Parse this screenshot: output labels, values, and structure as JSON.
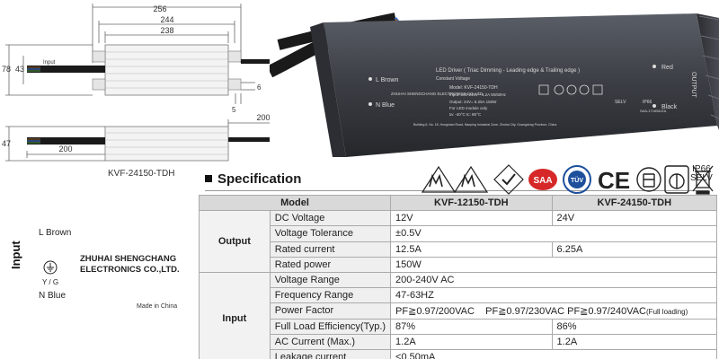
{
  "drawing": {
    "dims": {
      "length_256": "256",
      "length_244": "244",
      "length_238": "238",
      "height_78": "78",
      "height_43": "43",
      "hole_6": "6",
      "offset_5": "5",
      "lead_200_top": "200",
      "height_47": "47",
      "lead_200_bottom": "200"
    },
    "input_label": "Input",
    "model_caption": "KVF-24150-TDH"
  },
  "photo": {
    "brown_label": "L Brown",
    "blue_label": "N Blue",
    "header_text": "LED Driver ( Triac Dimming - Leading edge & Trailing edge )",
    "subheader": "Constant Voltage",
    "model_line": "Model: KVF-24150-TDH",
    "input_line": "Input: 200-240V~ 1.2A 50/60Hz",
    "output_line": "Output: 24V= 6.25A 150W",
    "led_only": "For LED module only",
    "ta_line": "ta: -40°C  tc: 85°C",
    "company_line": "ZHUHAI SHENGCHANG ELECTRONICS CO.,LTD.",
    "address_line": "Building 6, No. 18, Hongshan Road, Nanping Industrial Zone, Zhuhai City, Guangdong Province, China",
    "red_label": "Red",
    "black_label": "Black",
    "output_label": "OUTPUT",
    "selv": "SELV",
    "ip": "IP66",
    "code": "SAA-171658-EA"
  },
  "spec_header": "Specification",
  "certs": {
    "ip_text": "IP66",
    "selv_text": "SELV",
    "saa_text": "SAA",
    "tuv_text": "TÜV",
    "ce_text": "CE"
  },
  "wiring": {
    "l_label": "L Brown",
    "yg_label": "Y / G",
    "n_label": "N Blue",
    "input_vertical": "Input",
    "company_line1": "ZHUHAI SHENGCHANG",
    "company_line2": "ELECTRONICS CO.,LTD.",
    "made_in": "Made in China"
  },
  "table": {
    "header": {
      "model": "Model",
      "col1": "KVF-12150-TDH",
      "col2": "KVF-24150-TDH"
    },
    "output_group": "Output",
    "input_group": "Input",
    "rows": {
      "dc_voltage": {
        "label": "DC Voltage",
        "v1": "12V",
        "v2": "24V"
      },
      "voltage_tolerance": {
        "label": "Voltage Tolerance",
        "v": "±0.5V"
      },
      "rated_current": {
        "label": "Rated current",
        "v1": "12.5A",
        "v2": "6.25A"
      },
      "rated_power": {
        "label": "Rated power",
        "v": "150W"
      },
      "voltage_range": {
        "label": "Voltage Range",
        "v": "200-240V AC"
      },
      "frequency_range": {
        "label": "Frequency Range",
        "v": "47-63HZ"
      },
      "power_factor": {
        "label": "Power Factor",
        "v": "PF≧0.97/200VAC    PF≧0.97/230VAC PF≧0.97/240VAC",
        "v_suffix": "(Full loading)"
      },
      "efficiency": {
        "label": "Full Load Efficiency(Typ.)",
        "v1": "87%",
        "v2": "86%"
      },
      "ac_current": {
        "label": "AC Current (Max.)",
        "v1": "1.2A",
        "v2": "1.2A"
      },
      "leakage": {
        "label": "Leakage current",
        "v": "<0.50mA"
      }
    }
  }
}
